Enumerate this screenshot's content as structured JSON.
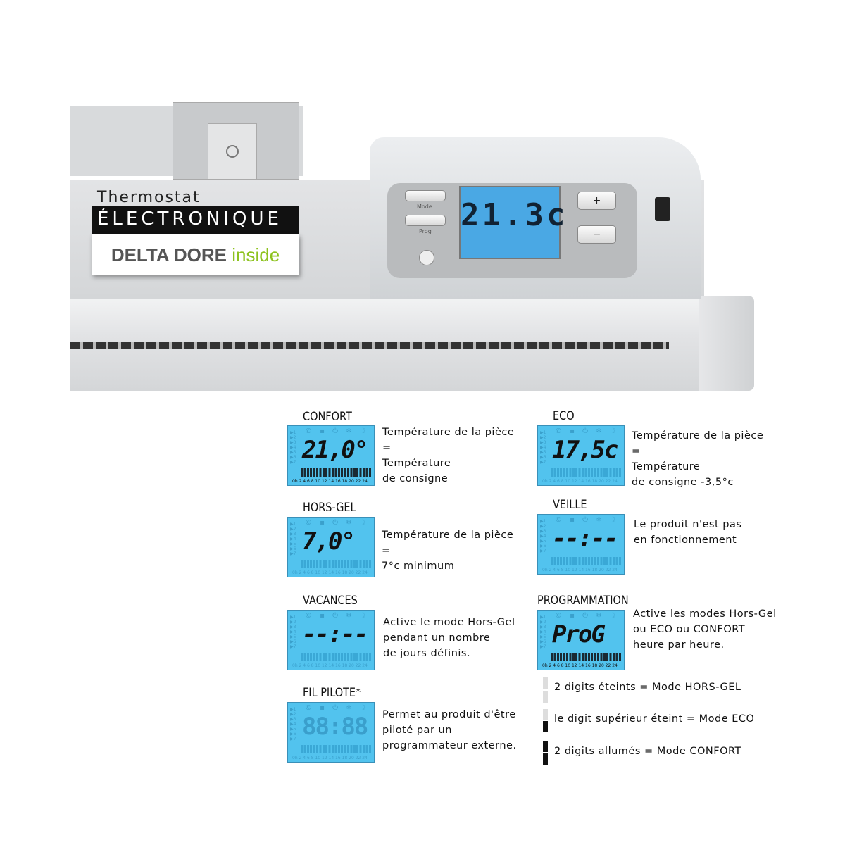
{
  "device": {
    "display": "21.3c",
    "btn_mode": "Mode",
    "btn_prog": "Prog",
    "btn_plus": "+",
    "btn_minus": "−"
  },
  "brand": {
    "line1": "Thermostat",
    "line2": "ÉLECTRONIQUE",
    "line3a": "DELTA DORE",
    "line3b": "inside"
  },
  "lcd_common": {
    "icons": "© ▪ ⏻ ❄ ☽ ☼",
    "side": "▶1 ▶2 ▶3 ▶4 ▶5 ▶6 ▶7",
    "hours": "0h 2 4 6 8 10 12 14 16 18 20 22 24",
    "ghost": "88:88"
  },
  "modes": [
    {
      "name": "CONFORT",
      "display": "21,0°",
      "desc": [
        "Température de la pièce",
        "=",
        "Température",
        "de consigne"
      ]
    },
    {
      "name": "HORS-GEL",
      "display": "7,0°",
      "desc": [
        "Température de la pièce",
        "=",
        "7°c minimum"
      ]
    },
    {
      "name": "VACANCES",
      "display": "--:--",
      "desc": [
        "Active le mode Hors-Gel",
        "pendant un nombre",
        "de jours définis."
      ]
    },
    {
      "name": "FIL PILOTE*",
      "display": "",
      "desc": [
        "Permet au produit d'être",
        "piloté par un",
        "programmateur externe."
      ]
    },
    {
      "name": "ECO",
      "display": "17,5c",
      "desc": [
        "Température de la pièce",
        "=",
        "Température",
        "de consigne -3,5°c"
      ]
    },
    {
      "name": "VEILLE",
      "display": "--:--",
      "desc": [
        "Le produit n'est pas",
        "en fonctionnement"
      ]
    },
    {
      "name": "PROGRAMMATION",
      "display": "ProG",
      "desc": [
        "Active les modes Hors-Gel",
        "ou ECO ou CONFORT",
        "heure par heure."
      ]
    }
  ],
  "legend": [
    "2 digits éteints = Mode HORS-GEL",
    "le digit supérieur éteint = Mode ECO",
    "2 digits allumés = Mode CONFORT"
  ],
  "colors": {
    "lcd": "#52c3ee",
    "brand_green": "#8dc21f"
  }
}
